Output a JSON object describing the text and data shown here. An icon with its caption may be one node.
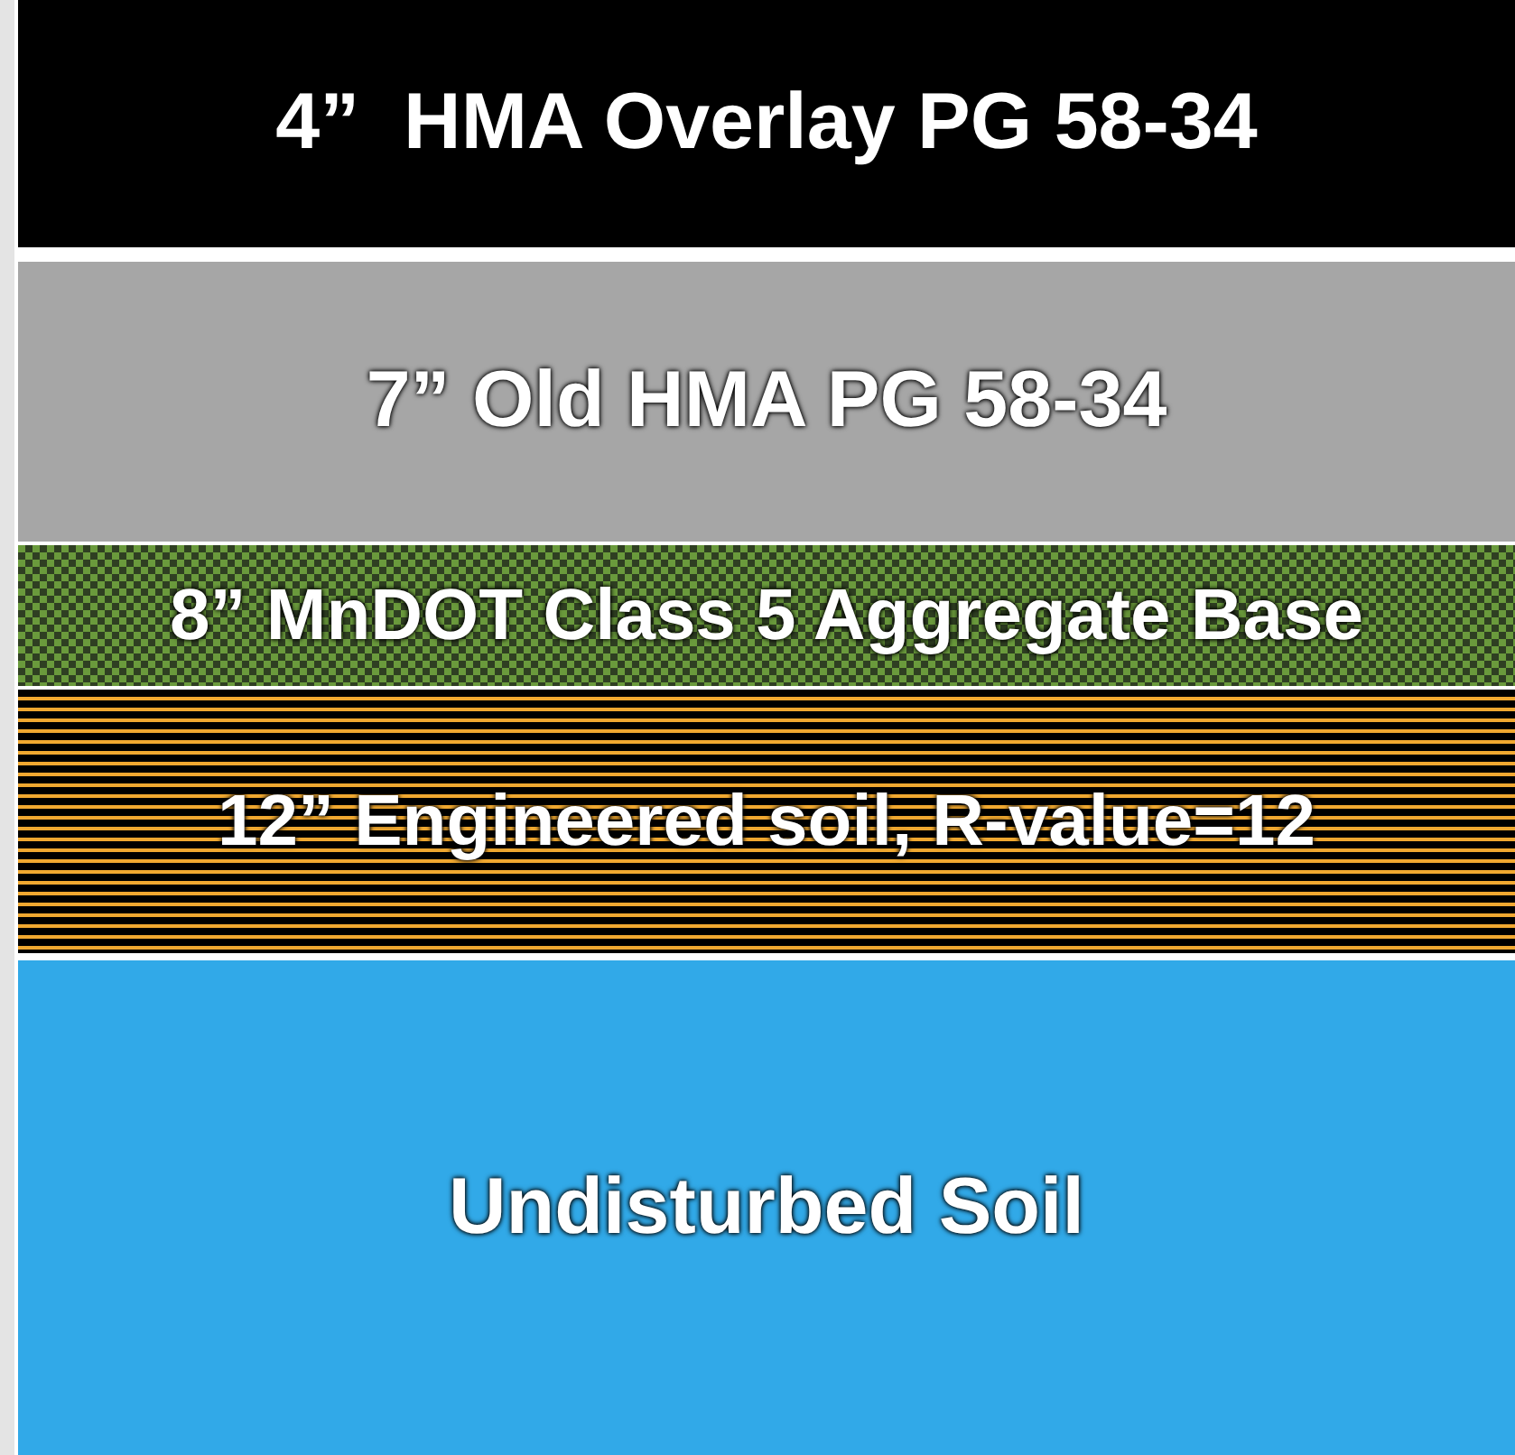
{
  "diagram": {
    "nodes": [
      {
        "text": [
          "4”  HMA Overlay PG 58-34"
        ]
      },
      {
        "text": [
          "7” Old HMA PG 58-34"
        ]
      },
      {
        "text": [
          "8” MnDOT Class 5 Aggregate Base"
        ]
      },
      {
        "text": [
          "12” Engineered soil, R-value=12"
        ]
      },
      {
        "text": [
          "Undisturbed Soil"
        ]
      }
    ]
  }
}
